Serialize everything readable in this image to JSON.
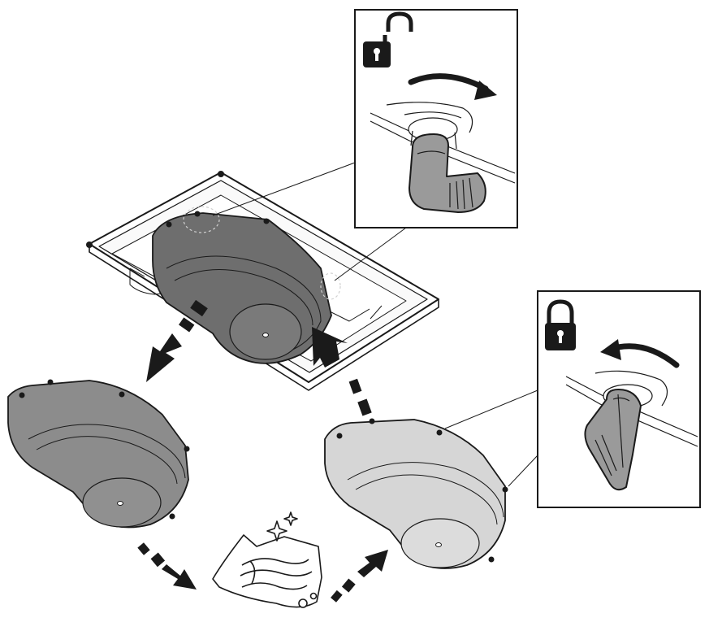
{
  "diagram": {
    "steps": [
      {
        "id": "unlock",
        "icon": "unlock-padlock-icon",
        "rotation": "clockwise"
      },
      {
        "id": "remove",
        "icon": "arrow-down-left-icon"
      },
      {
        "id": "clean",
        "icon": "cleaning-cloth-icon"
      },
      {
        "id": "refit",
        "icon": "arrow-up-left-icon"
      },
      {
        "id": "lock",
        "icon": "lock-padlock-icon",
        "rotation": "counterclockwise"
      }
    ],
    "colors": {
      "ink": "#1a1a1a",
      "cover_dark": "#6e6e6e",
      "cover_mid": "#8a8a8a",
      "cover_light": "#d4d4d4",
      "latch": "#9a9a9a",
      "paper": "#ffffff"
    }
  }
}
